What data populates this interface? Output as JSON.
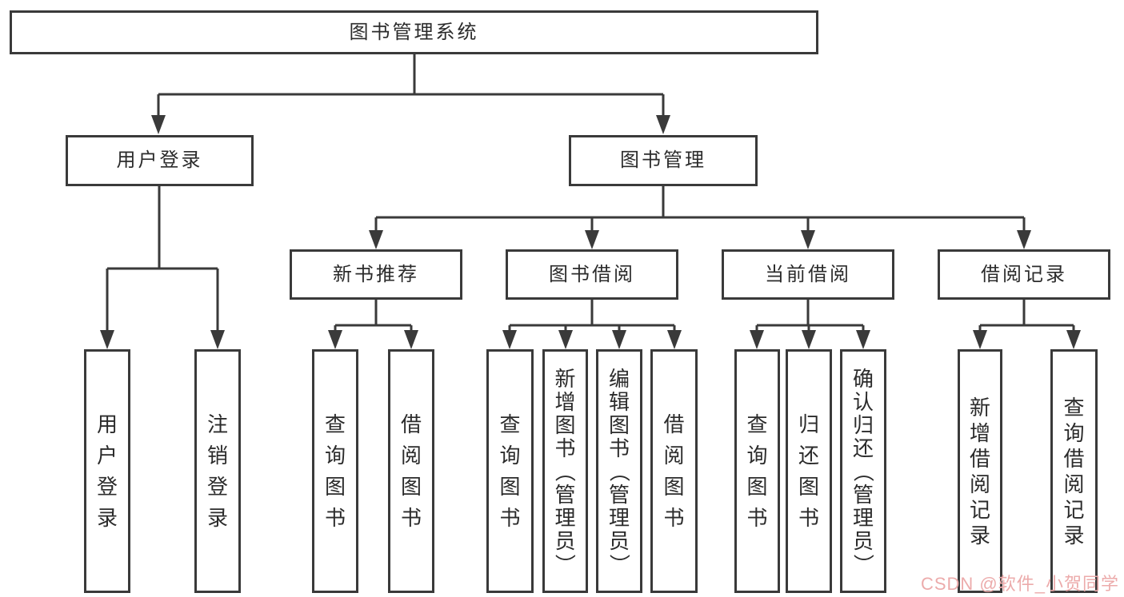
{
  "diagram": {
    "title": "图书管理系统",
    "line_color": "#3a3a3a",
    "text_color": "#2b2b2b",
    "root": {
      "label": "图书管理系统"
    },
    "level2": {
      "user_login": {
        "label": "用户登录"
      },
      "book_mgmt": {
        "label": "图书管理"
      }
    },
    "level3": {
      "new_book_rec": {
        "label": "新书推荐"
      },
      "book_borrow": {
        "label": "图书借阅"
      },
      "current_borrow": {
        "label": "当前借阅"
      },
      "borrow_record": {
        "label": "借阅记录"
      }
    },
    "leaves": {
      "login": [
        "用户登录",
        "注销登录"
      ],
      "new_book_rec": [
        "查询图书",
        "借阅图书"
      ],
      "book_borrow": [
        "查询图书",
        "新增图书（管理员）",
        "编辑图书（管理员）",
        "借阅图书"
      ],
      "current_borrow": [
        "查询图书",
        "归还图书",
        "确认归还（管理员）"
      ],
      "borrow_record": [
        "新增借阅记录",
        "查询借阅记录"
      ]
    }
  },
  "watermark": {
    "text": "CSDN @软件_小贺同学",
    "color": "#ecabab"
  }
}
